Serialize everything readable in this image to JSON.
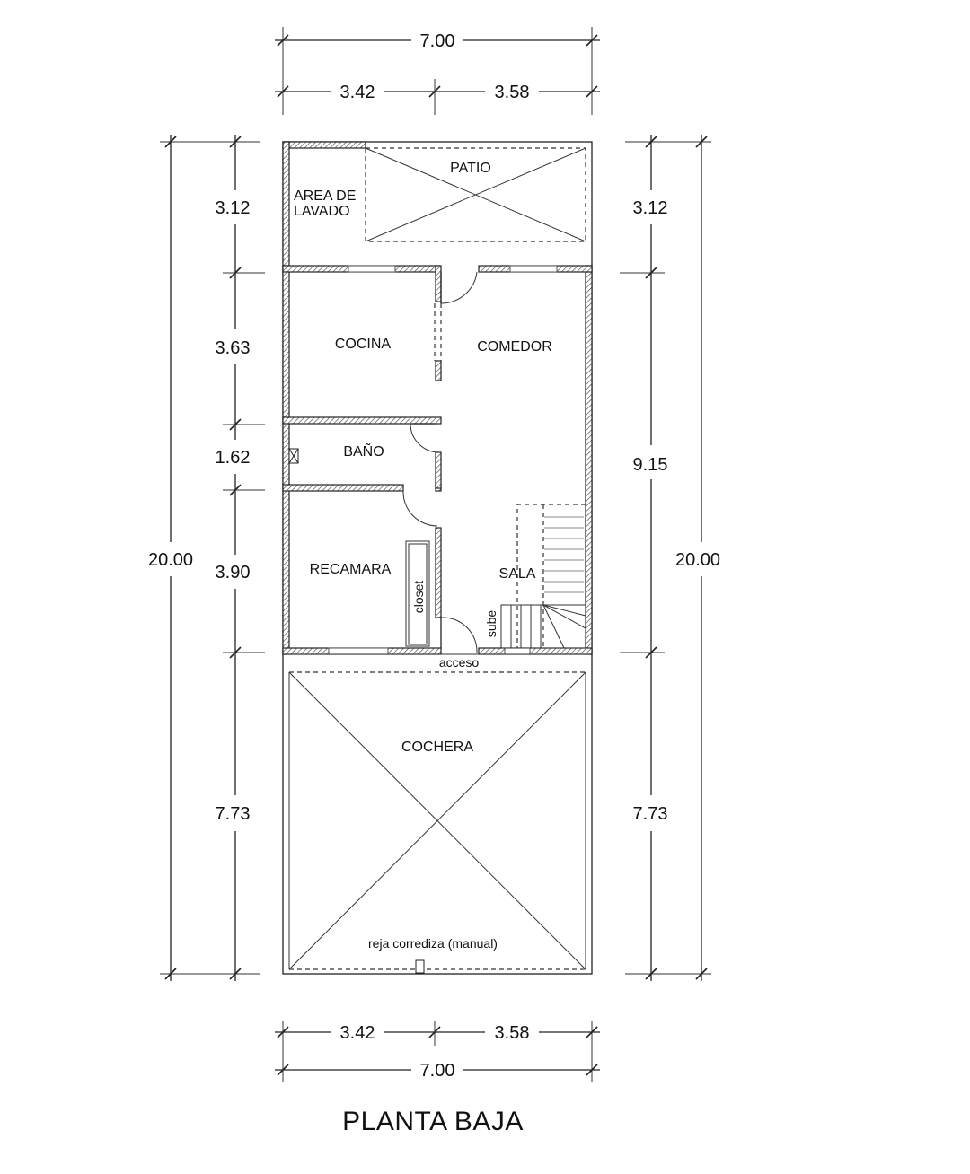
{
  "title": "PLANTA BAJA",
  "dimensions": {
    "top_total": "7.00",
    "top_left": "3.42",
    "top_right": "3.58",
    "bottom_left": "3.42",
    "bottom_right": "3.58",
    "bottom_total": "7.00",
    "left_total": "20.00",
    "left_segments": [
      "3.12",
      "3.63",
      "1.62",
      "3.90",
      "7.73"
    ],
    "right_total": "20.00",
    "right_segments": [
      "3.12",
      "9.15",
      "7.73"
    ]
  },
  "rooms": {
    "patio": "PATIO",
    "area_lavado_1": "AREA DE",
    "area_lavado_2": "LAVADO",
    "cocina": "COCINA",
    "comedor": "COMEDOR",
    "bano": "BAÑO",
    "recamara": "RECAMARA",
    "sala": "SALA",
    "closet": "closet",
    "sube": "sube",
    "acceso": "acceso",
    "cochera": "COCHERA",
    "reja": "reja corrediza (manual)"
  }
}
